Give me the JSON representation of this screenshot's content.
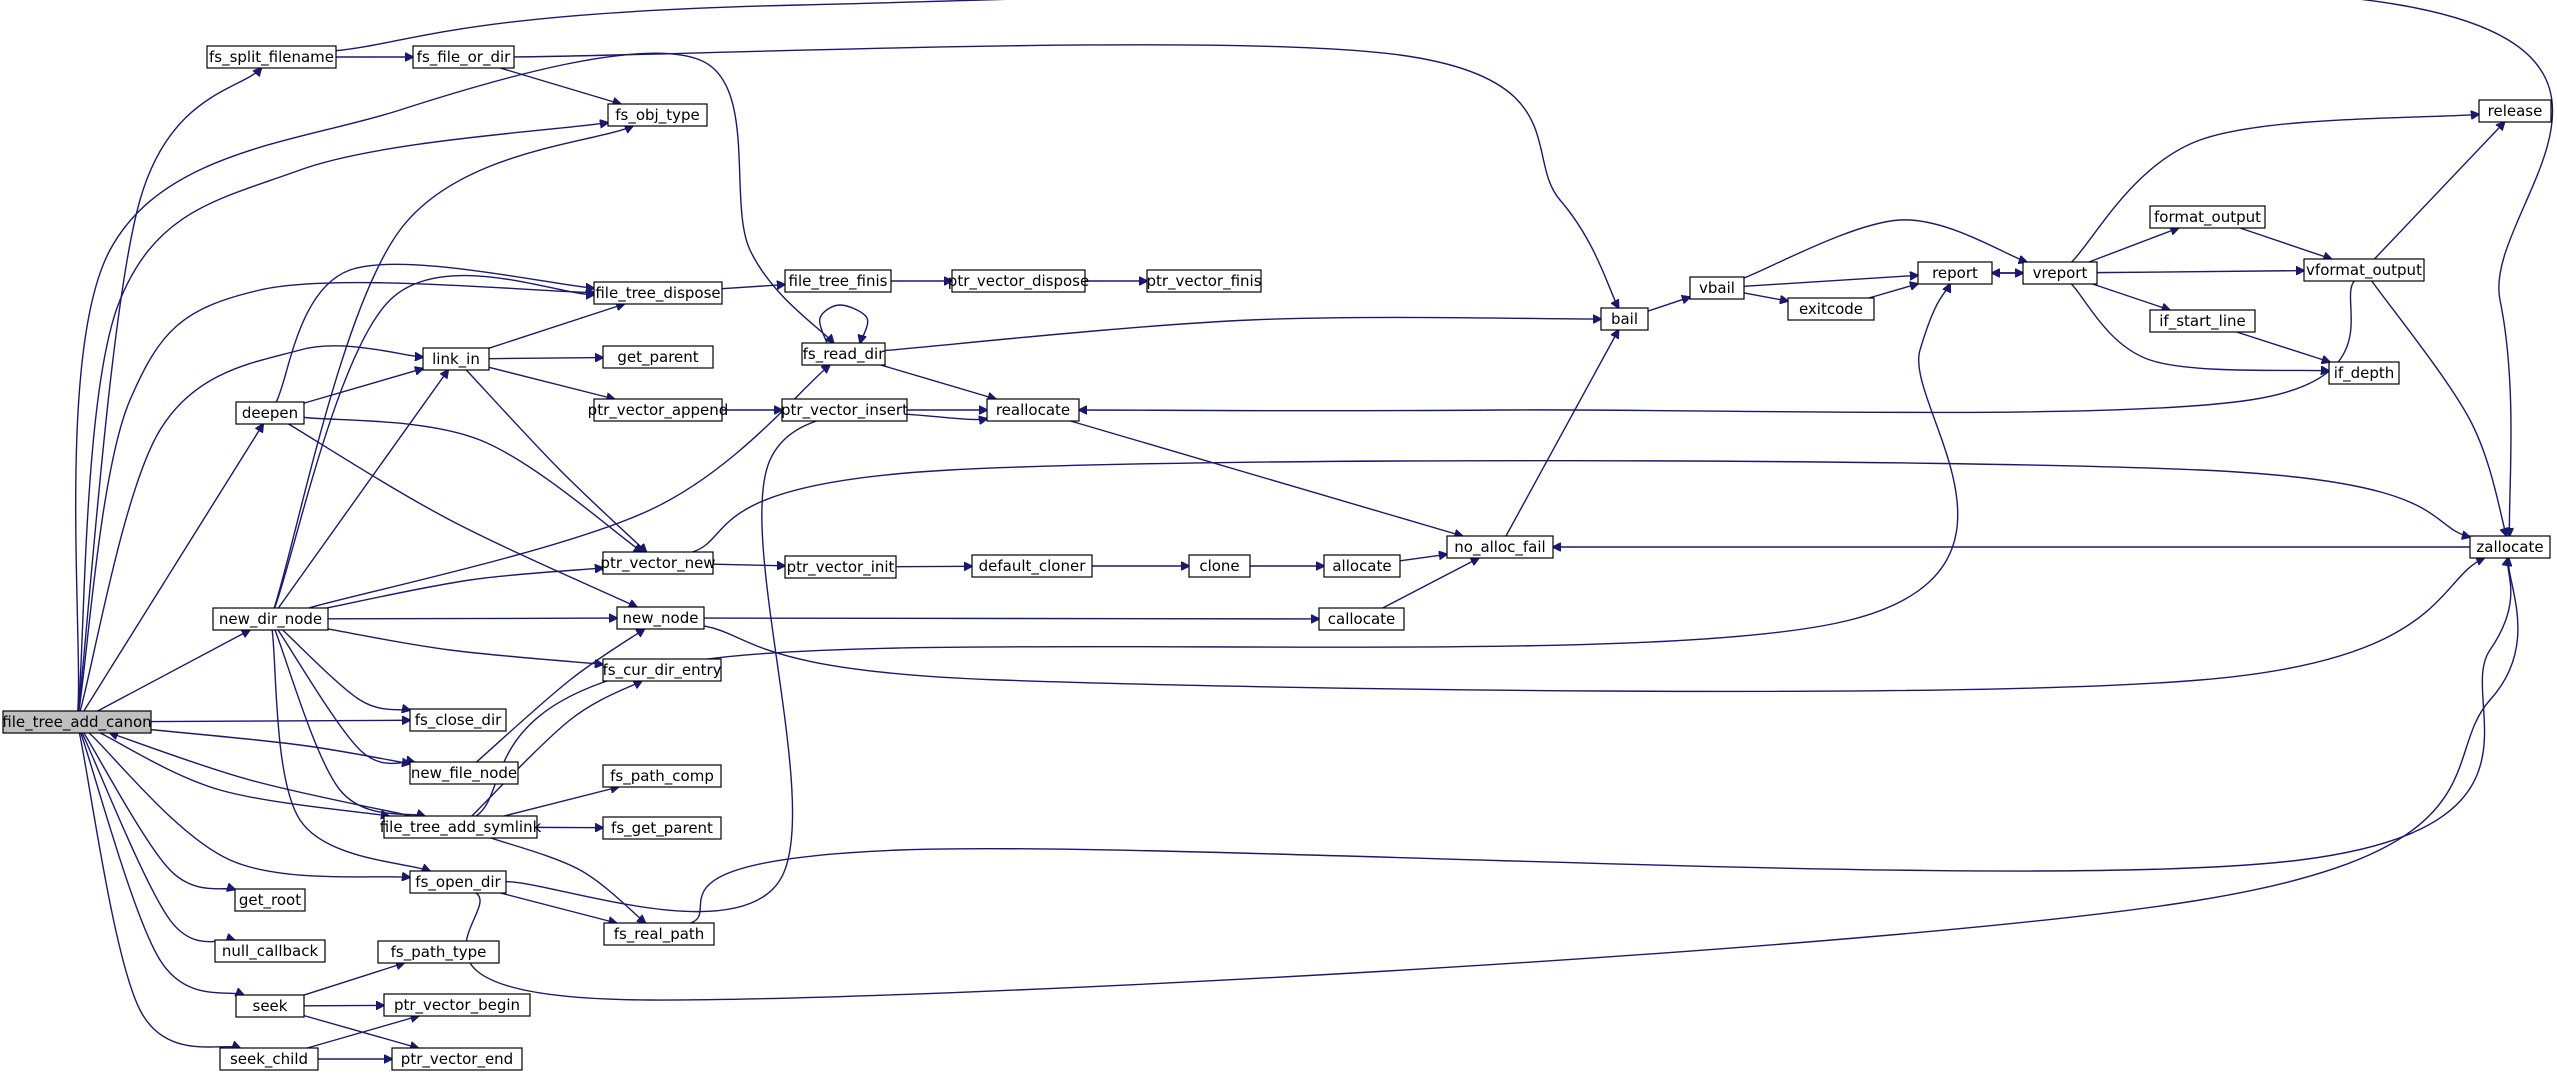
{
  "diagram": {
    "edge_color": "#191970",
    "root_fill": "#bfbfbf",
    "nodes": [
      {
        "id": "file_tree_add_canon",
        "label": "file_tree_add_canon",
        "root": true
      },
      {
        "id": "fs_split_filename",
        "label": "fs_split_filename"
      },
      {
        "id": "fs_file_or_dir",
        "label": "fs_file_or_dir"
      },
      {
        "id": "fs_obj_type",
        "label": "fs_obj_type"
      },
      {
        "id": "file_tree_dispose",
        "label": "file_tree_dispose"
      },
      {
        "id": "file_tree_finis",
        "label": "file_tree_finis"
      },
      {
        "id": "ptr_vector_dispose",
        "label": "ptr_vector_dispose"
      },
      {
        "id": "ptr_vector_finis",
        "label": "ptr_vector_finis"
      },
      {
        "id": "link_in",
        "label": "link_in"
      },
      {
        "id": "get_parent",
        "label": "get_parent"
      },
      {
        "id": "fs_read_dir",
        "label": "fs_read_dir"
      },
      {
        "id": "deepen",
        "label": "deepen"
      },
      {
        "id": "ptr_vector_append",
        "label": "ptr_vector_append"
      },
      {
        "id": "ptr_vector_insert",
        "label": "ptr_vector_insert"
      },
      {
        "id": "reallocate",
        "label": "reallocate"
      },
      {
        "id": "ptr_vector_new",
        "label": "ptr_vector_new"
      },
      {
        "id": "ptr_vector_init",
        "label": "ptr_vector_init"
      },
      {
        "id": "default_cloner",
        "label": "default_cloner"
      },
      {
        "id": "clone",
        "label": "clone"
      },
      {
        "id": "allocate",
        "label": "allocate"
      },
      {
        "id": "no_alloc_fail",
        "label": "no_alloc_fail"
      },
      {
        "id": "new_dir_node",
        "label": "new_dir_node"
      },
      {
        "id": "new_node",
        "label": "new_node"
      },
      {
        "id": "callocate",
        "label": "callocate"
      },
      {
        "id": "fs_cur_dir_entry",
        "label": "fs_cur_dir_entry"
      },
      {
        "id": "fs_close_dir",
        "label": "fs_close_dir"
      },
      {
        "id": "new_file_node",
        "label": "new_file_node"
      },
      {
        "id": "fs_path_comp",
        "label": "fs_path_comp"
      },
      {
        "id": "file_tree_add_symlink",
        "label": "file_tree_add_symlink"
      },
      {
        "id": "fs_get_parent",
        "label": "fs_get_parent"
      },
      {
        "id": "fs_open_dir",
        "label": "fs_open_dir"
      },
      {
        "id": "fs_real_path",
        "label": "fs_real_path"
      },
      {
        "id": "get_root",
        "label": "get_root"
      },
      {
        "id": "null_callback",
        "label": "null_callback"
      },
      {
        "id": "seek",
        "label": "seek"
      },
      {
        "id": "fs_path_type",
        "label": "fs_path_type"
      },
      {
        "id": "ptr_vector_begin",
        "label": "ptr_vector_begin"
      },
      {
        "id": "seek_child",
        "label": "seek_child"
      },
      {
        "id": "ptr_vector_end",
        "label": "ptr_vector_end"
      },
      {
        "id": "bail",
        "label": "bail"
      },
      {
        "id": "vbail",
        "label": "vbail"
      },
      {
        "id": "exitcode",
        "label": "exitcode"
      },
      {
        "id": "report",
        "label": "report"
      },
      {
        "id": "vreport",
        "label": "vreport"
      },
      {
        "id": "format_output",
        "label": "format_output"
      },
      {
        "id": "vformat_output",
        "label": "vformat_output"
      },
      {
        "id": "release",
        "label": "release"
      },
      {
        "id": "if_start_line",
        "label": "if_start_line"
      },
      {
        "id": "if_depth",
        "label": "if_depth"
      },
      {
        "id": "zallocate",
        "label": "zallocate"
      }
    ],
    "edges": [
      [
        "file_tree_add_canon",
        "fs_split_filename"
      ],
      [
        "file_tree_add_canon",
        "fs_obj_type"
      ],
      [
        "file_tree_add_canon",
        "file_tree_dispose"
      ],
      [
        "file_tree_add_canon",
        "link_in"
      ],
      [
        "file_tree_add_canon",
        "fs_read_dir"
      ],
      [
        "file_tree_add_canon",
        "deepen"
      ],
      [
        "file_tree_add_canon",
        "new_dir_node"
      ],
      [
        "file_tree_add_canon",
        "fs_close_dir"
      ],
      [
        "file_tree_add_canon",
        "new_file_node"
      ],
      [
        "file_tree_add_canon",
        "file_tree_add_symlink"
      ],
      [
        "file_tree_add_canon",
        "fs_open_dir"
      ],
      [
        "file_tree_add_canon",
        "get_root"
      ],
      [
        "file_tree_add_canon",
        "null_callback"
      ],
      [
        "file_tree_add_canon",
        "seek"
      ],
      [
        "file_tree_add_canon",
        "seek_child"
      ],
      [
        "file_tree_add_symlink",
        "file_tree_add_canon"
      ],
      [
        "fs_split_filename",
        "fs_file_or_dir"
      ],
      [
        "fs_split_filename",
        "zallocate"
      ],
      [
        "fs_file_or_dir",
        "fs_obj_type"
      ],
      [
        "fs_file_or_dir",
        "bail"
      ],
      [
        "file_tree_dispose",
        "file_tree_finis"
      ],
      [
        "file_tree_finis",
        "ptr_vector_dispose"
      ],
      [
        "ptr_vector_dispose",
        "ptr_vector_finis"
      ],
      [
        "deepen",
        "file_tree_dispose"
      ],
      [
        "deepen",
        "link_in"
      ],
      [
        "deepen",
        "ptr_vector_new"
      ],
      [
        "deepen",
        "new_node"
      ],
      [
        "link_in",
        "file_tree_dispose"
      ],
      [
        "link_in",
        "get_parent"
      ],
      [
        "link_in",
        "ptr_vector_append"
      ],
      [
        "link_in",
        "ptr_vector_new"
      ],
      [
        "ptr_vector_append",
        "ptr_vector_insert"
      ],
      [
        "ptr_vector_insert",
        "reallocate"
      ],
      [
        "fs_read_dir",
        "fs_read_dir"
      ],
      [
        "fs_read_dir",
        "bail"
      ],
      [
        "fs_read_dir",
        "reallocate"
      ],
      [
        "reallocate",
        "no_alloc_fail"
      ],
      [
        "ptr_vector_new",
        "ptr_vector_init"
      ],
      [
        "ptr_vector_new",
        "zallocate"
      ],
      [
        "ptr_vector_init",
        "default_cloner"
      ],
      [
        "default_cloner",
        "clone"
      ],
      [
        "clone",
        "allocate"
      ],
      [
        "allocate",
        "no_alloc_fail"
      ],
      [
        "callocate",
        "no_alloc_fail"
      ],
      [
        "new_dir_node",
        "fs_obj_type"
      ],
      [
        "new_dir_node",
        "file_tree_dispose"
      ],
      [
        "new_dir_node",
        "link_in"
      ],
      [
        "new_dir_node",
        "fs_read_dir"
      ],
      [
        "new_dir_node",
        "ptr_vector_new"
      ],
      [
        "new_dir_node",
        "new_node"
      ],
      [
        "new_dir_node",
        "fs_cur_dir_entry"
      ],
      [
        "new_dir_node",
        "fs_close_dir"
      ],
      [
        "new_dir_node",
        "new_file_node"
      ],
      [
        "new_dir_node",
        "file_tree_add_symlink"
      ],
      [
        "new_dir_node",
        "fs_open_dir"
      ],
      [
        "new_node",
        "callocate"
      ],
      [
        "new_node",
        "zallocate"
      ],
      [
        "new_file_node",
        "new_node"
      ],
      [
        "file_tree_add_symlink",
        "fs_cur_dir_entry"
      ],
      [
        "file_tree_add_symlink",
        "fs_path_comp"
      ],
      [
        "file_tree_add_symlink",
        "fs_get_parent"
      ],
      [
        "file_tree_add_symlink",
        "fs_real_path"
      ],
      [
        "file_tree_add_symlink",
        "report"
      ],
      [
        "fs_open_dir",
        "fs_real_path"
      ],
      [
        "fs_open_dir",
        "reallocate"
      ],
      [
        "fs_open_dir",
        "zallocate"
      ],
      [
        "fs_real_path",
        "zallocate"
      ],
      [
        "seek",
        "fs_path_type"
      ],
      [
        "seek",
        "ptr_vector_begin"
      ],
      [
        "seek",
        "ptr_vector_end"
      ],
      [
        "seek_child",
        "ptr_vector_begin"
      ],
      [
        "seek_child",
        "ptr_vector_end"
      ],
      [
        "no_alloc_fail",
        "bail"
      ],
      [
        "bail",
        "vbail"
      ],
      [
        "vbail",
        "exitcode"
      ],
      [
        "vbail",
        "report"
      ],
      [
        "vbail",
        "vreport"
      ],
      [
        "exitcode",
        "report"
      ],
      [
        "report",
        "vreport"
      ],
      [
        "vreport",
        "report"
      ],
      [
        "vreport",
        "release"
      ],
      [
        "vreport",
        "format_output"
      ],
      [
        "vreport",
        "vformat_output"
      ],
      [
        "vreport",
        "if_start_line"
      ],
      [
        "vreport",
        "if_depth"
      ],
      [
        "format_output",
        "vformat_output"
      ],
      [
        "vformat_output",
        "release"
      ],
      [
        "vformat_output",
        "reallocate"
      ],
      [
        "vformat_output",
        "zallocate"
      ],
      [
        "if_start_line",
        "if_depth"
      ],
      [
        "zallocate",
        "no_alloc_fail"
      ]
    ]
  }
}
